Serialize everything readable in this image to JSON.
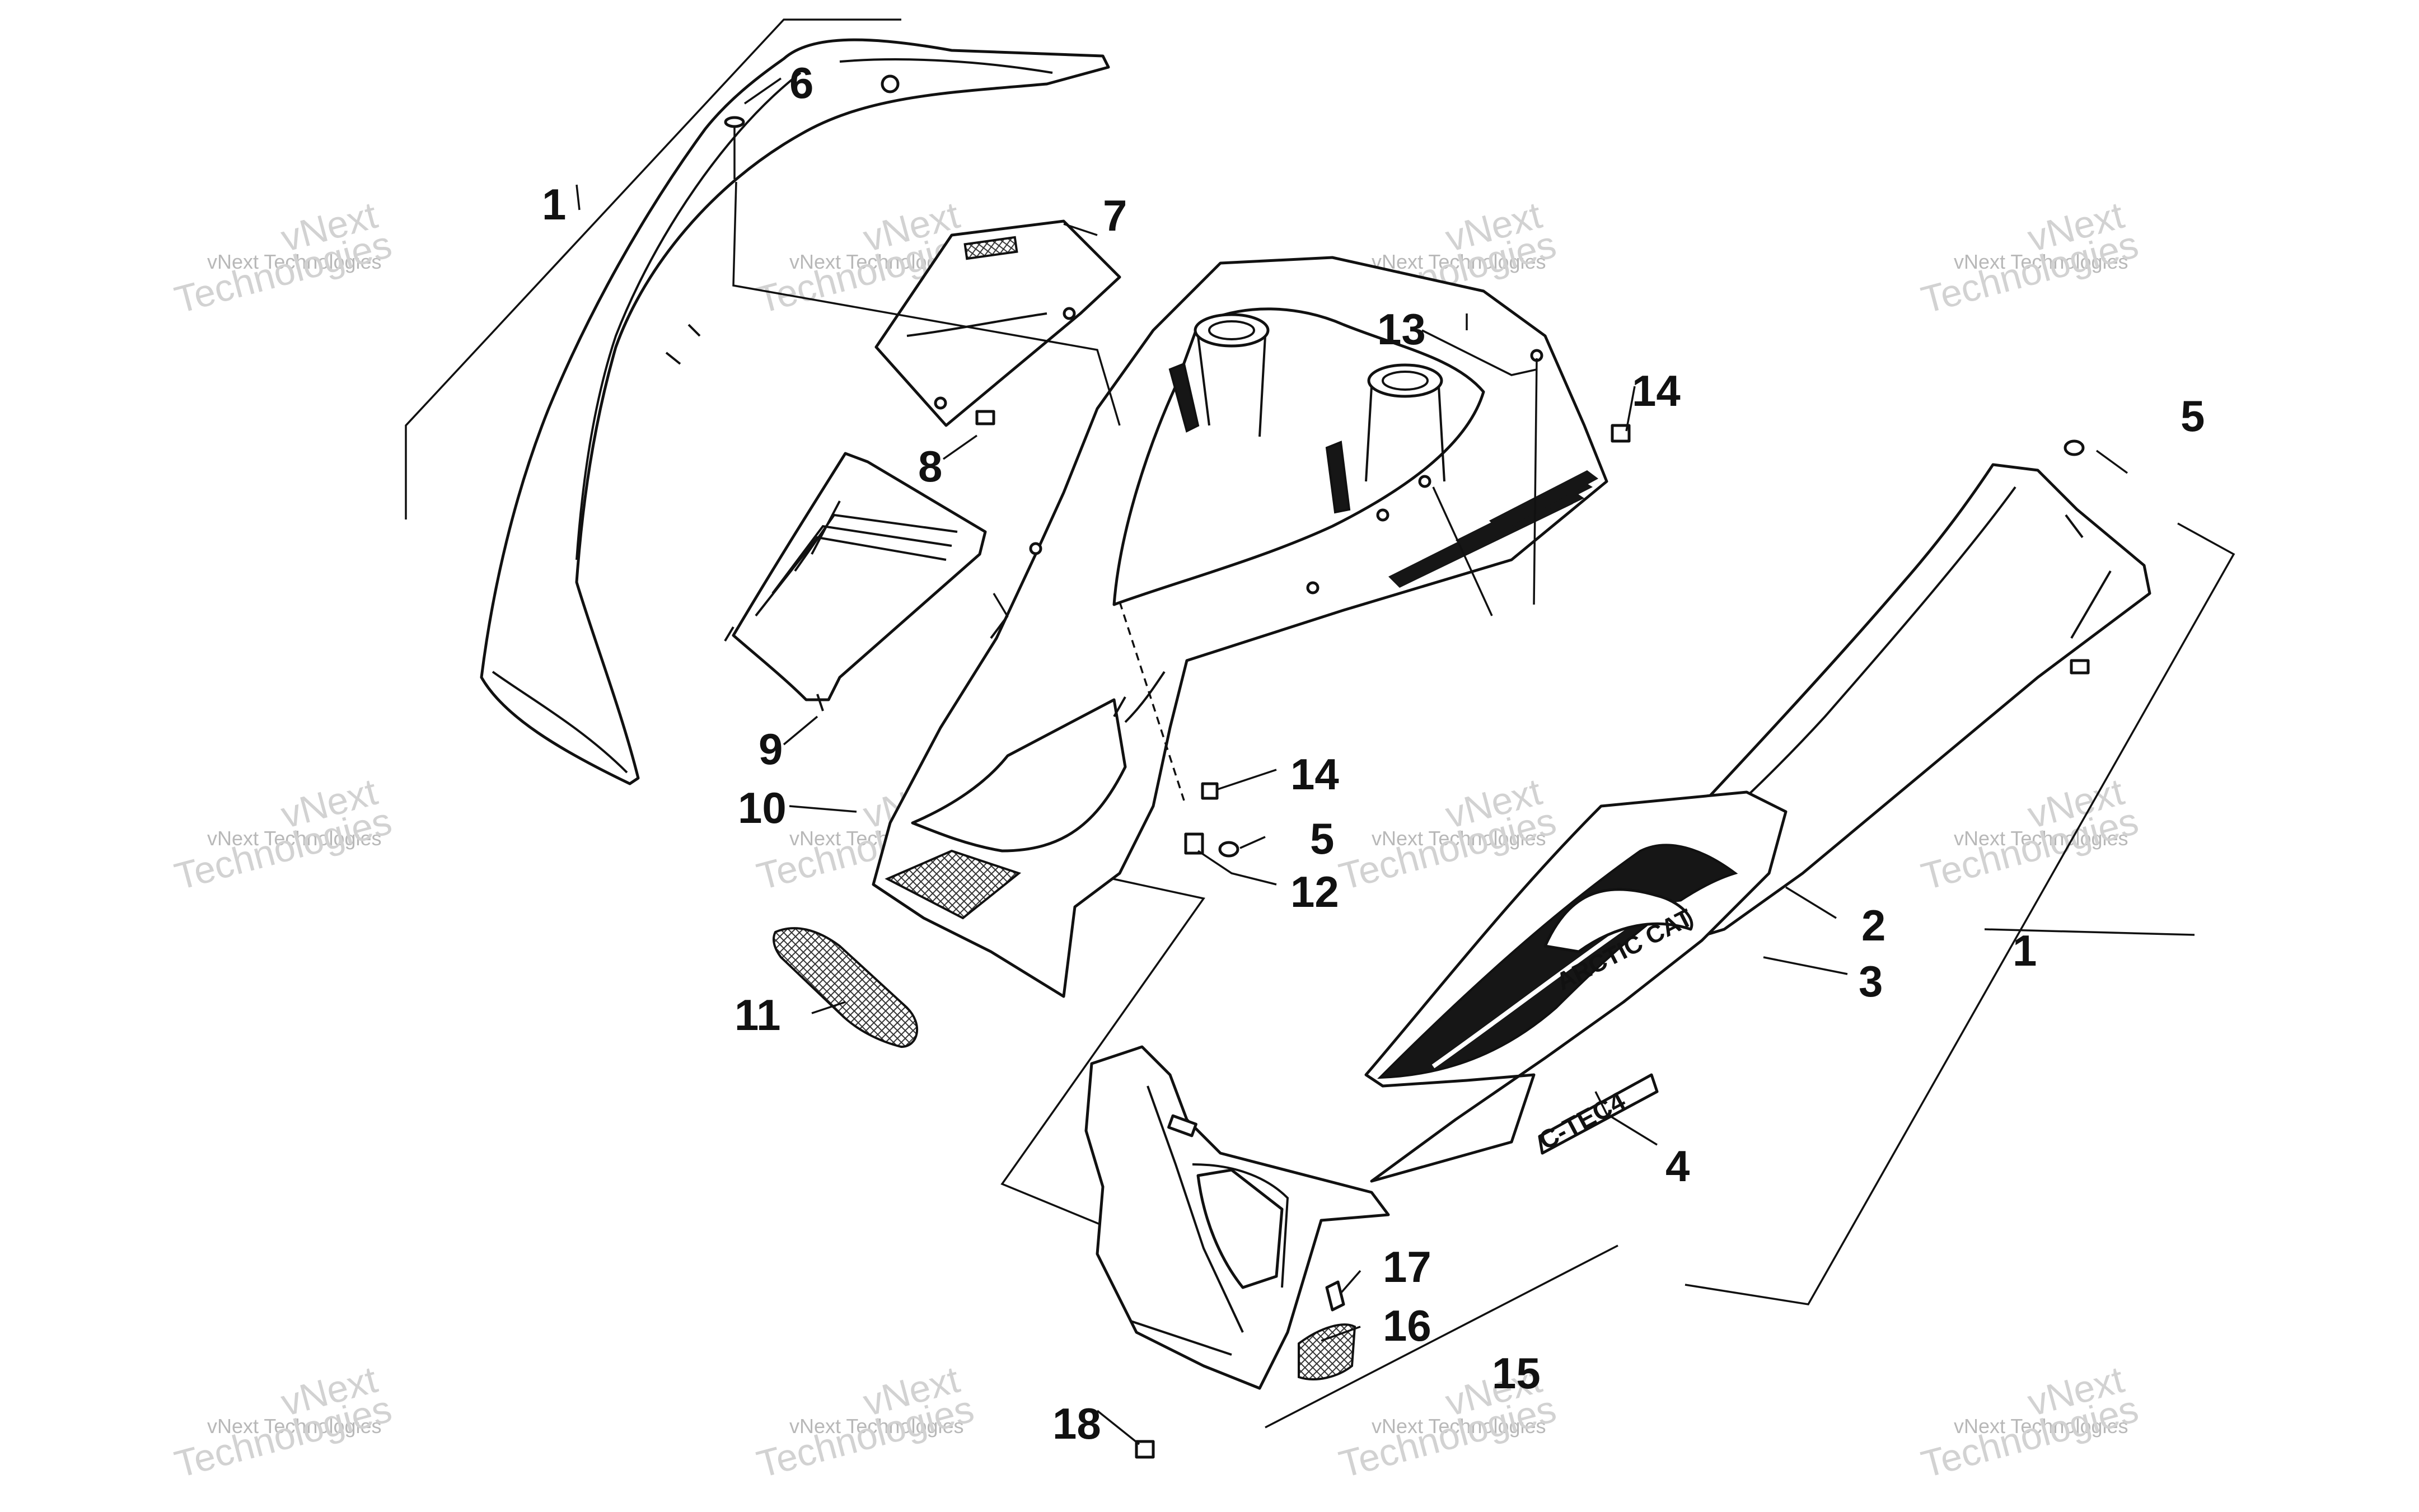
{
  "callouts": [
    "1",
    "2",
    "3",
    "4",
    "5",
    "6",
    "7",
    "8",
    "9",
    "10",
    "11",
    "12",
    "13",
    "14",
    "15",
    "16",
    "17",
    "18"
  ],
  "decals": {
    "brand": "ARCTIC CAT",
    "model": "C-TEC4"
  },
  "watermark": {
    "small": "vNext Technologies",
    "big_top": "vNext",
    "big_bottom": "Technologies"
  }
}
